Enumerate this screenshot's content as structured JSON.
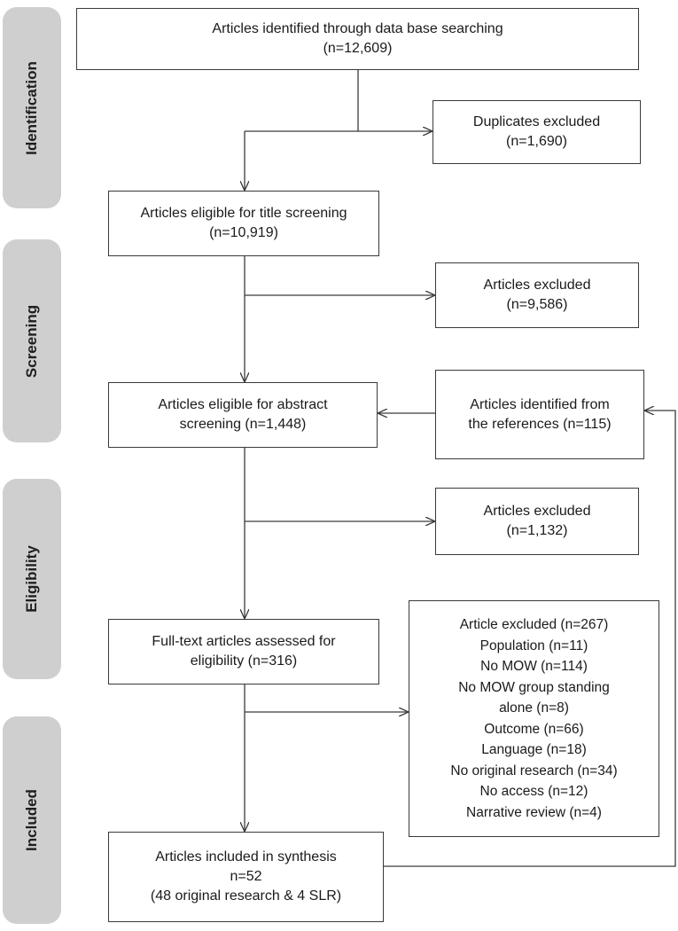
{
  "phases": [
    "Identification",
    "Screening",
    "Eligibility",
    "Included"
  ],
  "boxes": {
    "identified": [
      "Articles identified through data base searching",
      "(n=12,609)"
    ],
    "duplicates": [
      "Duplicates excluded",
      "(n=1,690)"
    ],
    "title_screening": [
      "Articles eligible for title screening",
      "(n=10,919)"
    ],
    "excluded_title": [
      "Articles excluded",
      "(n=9,586)"
    ],
    "abstract_screening": [
      "Articles eligible for abstract",
      "screening (n=1,448)"
    ],
    "references": [
      "Articles identified from",
      "the references (n=115)"
    ],
    "excluded_abstract": [
      "Articles excluded",
      "(n=1,132)"
    ],
    "fulltext": [
      "Full-text articles assessed for",
      "eligibility (n=316)"
    ],
    "fulltext_excluded": [
      "Article excluded (n=267)",
      "Population (n=11)",
      "No MOW (n=114)",
      "No MOW group standing",
      "alone (n=8)",
      "Outcome (n=66)",
      "Language (n=18)",
      "No original research (n=34)",
      "No access (n=12)",
      "Narrative review (n=4)"
    ],
    "included": [
      "Articles included in synthesis",
      "n=52",
      "(48 original research & 4 SLR)"
    ]
  }
}
